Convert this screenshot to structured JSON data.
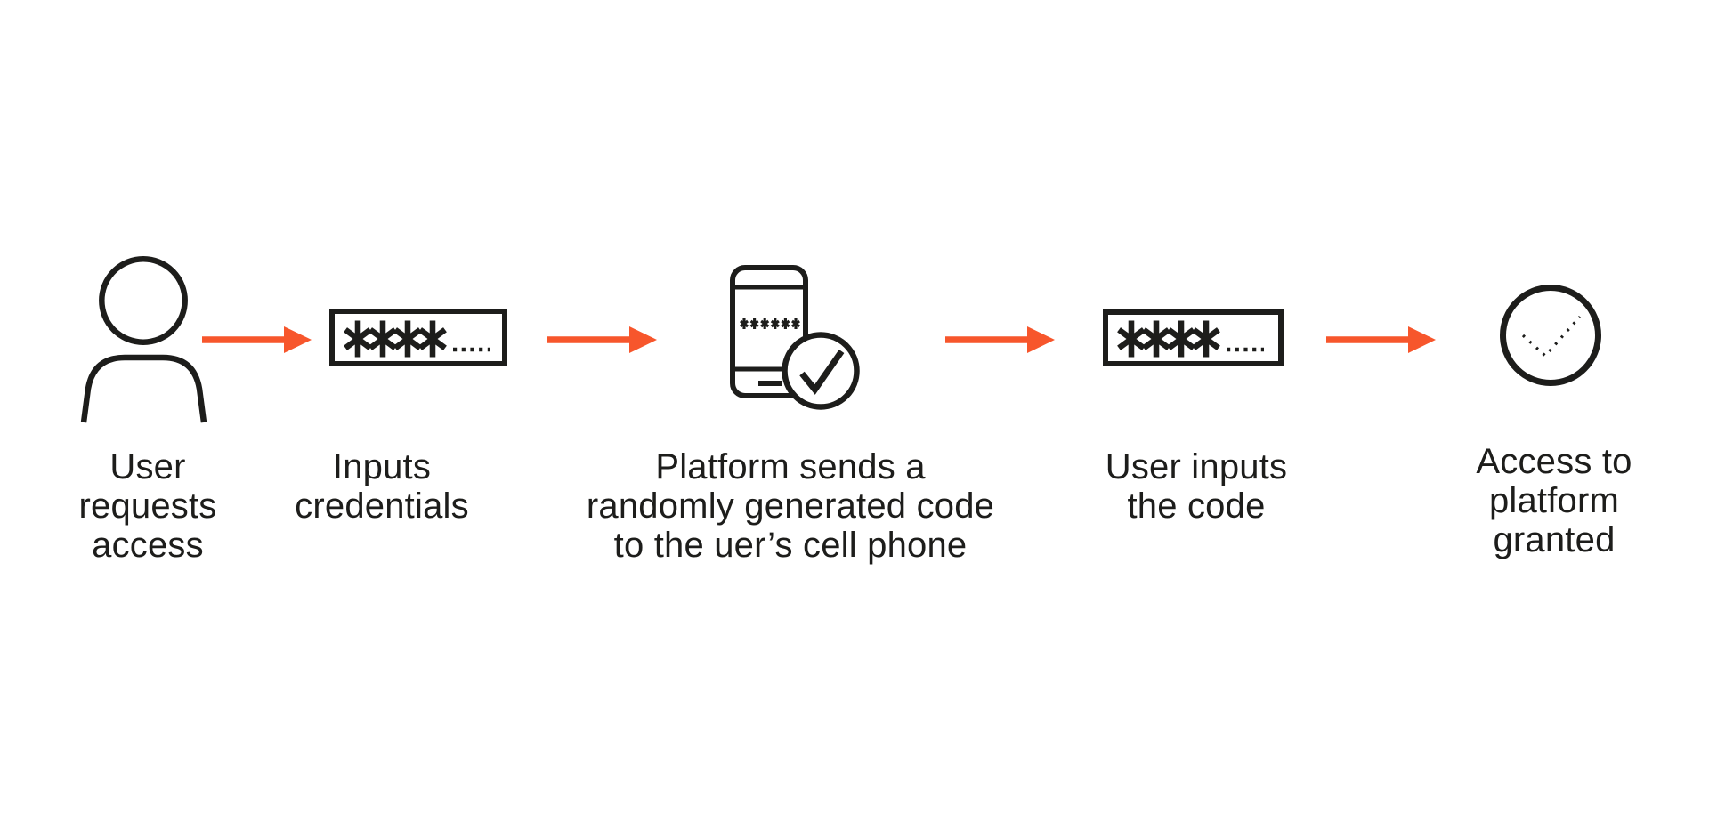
{
  "colors": {
    "background": "#ffffff",
    "ink": "#1d1d1b",
    "accent": "#f7562c"
  },
  "steps": [
    {
      "id": "user-requests-access",
      "icon": "person-icon",
      "label": "User\nrequests\naccess"
    },
    {
      "id": "inputs-credentials",
      "icon": "password-field-icon",
      "masked_value": "****.....",
      "label": "Inputs\ncredentials"
    },
    {
      "id": "platform-sends-code",
      "icon": "phone-verified-icon",
      "phone_code": "******",
      "label": "Platform sends a\nrandomly generated code\nto the uer’s cell phone"
    },
    {
      "id": "user-inputs-code",
      "icon": "password-field-icon",
      "masked_value": "****.....",
      "label": "User inputs\nthe code"
    },
    {
      "id": "access-granted",
      "icon": "dotted-check-circle-icon",
      "label": "Access to\nplatform\ngranted"
    }
  ],
  "arrows": {
    "count": 4,
    "direction": "right",
    "color": "#f7562c"
  }
}
